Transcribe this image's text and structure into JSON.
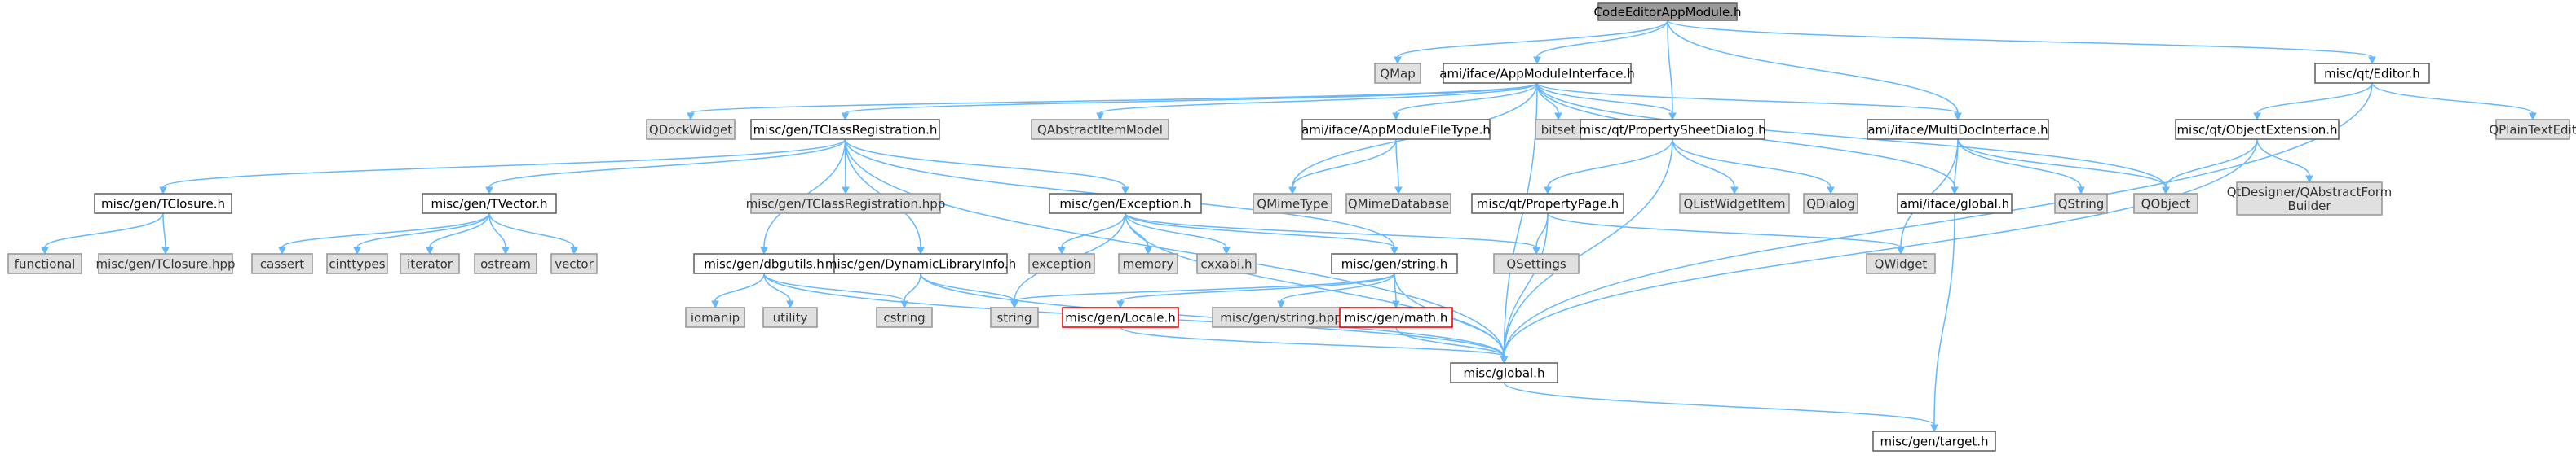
{
  "diagram": {
    "nodes": [
      {
        "id": "root",
        "label": "CodeEditorAppModule.h",
        "kind": "root"
      },
      {
        "id": "qmap",
        "label": "QMap",
        "kind": "ext"
      },
      {
        "id": "appmod",
        "label": "ami/iface/AppModuleInterface.h",
        "kind": "doc"
      },
      {
        "id": "editor",
        "label": "misc/qt/Editor.h",
        "kind": "doc"
      },
      {
        "id": "qdock",
        "label": "QDockWidget",
        "kind": "ext"
      },
      {
        "id": "tclassreg",
        "label": "misc/gen/TClassRegistration.h",
        "kind": "doc"
      },
      {
        "id": "qabsitem",
        "label": "QAbstractItemModel",
        "kind": "ext"
      },
      {
        "id": "appfiletype",
        "label": "ami/iface/AppModuleFileType.h",
        "kind": "doc"
      },
      {
        "id": "bitset",
        "label": "bitset",
        "kind": "ext"
      },
      {
        "id": "propsheet",
        "label": "misc/qt/PropertySheetDialog.h",
        "kind": "doc"
      },
      {
        "id": "multidoc",
        "label": "ami/iface/MultiDocInterface.h",
        "kind": "doc"
      },
      {
        "id": "objext",
        "label": "misc/qt/ObjectExtension.h",
        "kind": "doc"
      },
      {
        "id": "qplaintext",
        "label": "QPlainTextEdit",
        "kind": "ext"
      },
      {
        "id": "tclosure",
        "label": "misc/gen/TClosure.h",
        "kind": "doc"
      },
      {
        "id": "tvector",
        "label": "misc/gen/TVector.h",
        "kind": "doc"
      },
      {
        "id": "tclassreghpp",
        "label": "misc/gen/TClassRegistration.hpp",
        "kind": "ext"
      },
      {
        "id": "exception_h",
        "label": "misc/gen/Exception.h",
        "kind": "doc"
      },
      {
        "id": "qmimetype",
        "label": "QMimeType",
        "kind": "ext"
      },
      {
        "id": "qmimedb",
        "label": "QMimeDatabase",
        "kind": "ext"
      },
      {
        "id": "proppage",
        "label": "misc/qt/PropertyPage.h",
        "kind": "doc"
      },
      {
        "id": "qlistwidgetitem",
        "label": "QListWidgetItem",
        "kind": "ext"
      },
      {
        "id": "qdialog",
        "label": "QDialog",
        "kind": "ext"
      },
      {
        "id": "amiglobal",
        "label": "ami/iface/global.h",
        "kind": "doc"
      },
      {
        "id": "qstring",
        "label": "QString",
        "kind": "ext"
      },
      {
        "id": "qobject",
        "label": "QObject",
        "kind": "ext"
      },
      {
        "id": "qtdesigner",
        "label": [
          "QtDesigner/QAbstractForm",
          "Builder"
        ],
        "kind": "ext"
      },
      {
        "id": "functional",
        "label": "functional",
        "kind": "ext"
      },
      {
        "id": "tclosurehpp",
        "label": "misc/gen/TClosure.hpp",
        "kind": "ext"
      },
      {
        "id": "cassert",
        "label": "cassert",
        "kind": "ext"
      },
      {
        "id": "cinttypes",
        "label": "cinttypes",
        "kind": "ext"
      },
      {
        "id": "iterator",
        "label": "iterator",
        "kind": "ext"
      },
      {
        "id": "ostream",
        "label": "ostream",
        "kind": "ext"
      },
      {
        "id": "vector",
        "label": "vector",
        "kind": "ext"
      },
      {
        "id": "exception",
        "label": "exception",
        "kind": "ext"
      },
      {
        "id": "memory",
        "label": "memory",
        "kind": "ext"
      },
      {
        "id": "cxxabi",
        "label": "cxxabi.h",
        "kind": "ext"
      },
      {
        "id": "dbgutils",
        "label": "misc/gen/dbgutils.h",
        "kind": "doc"
      },
      {
        "id": "dynlib",
        "label": "misc/gen/DynamicLibraryInfo.h",
        "kind": "doc"
      },
      {
        "id": "genstring",
        "label": "misc/gen/string.h",
        "kind": "doc"
      },
      {
        "id": "qsettings",
        "label": "QSettings",
        "kind": "ext"
      },
      {
        "id": "qwidget",
        "label": "QWidget",
        "kind": "ext"
      },
      {
        "id": "iomanip",
        "label": "iomanip",
        "kind": "ext"
      },
      {
        "id": "utility",
        "label": "utility",
        "kind": "ext"
      },
      {
        "id": "cstring",
        "label": "cstring",
        "kind": "ext"
      },
      {
        "id": "string",
        "label": "string",
        "kind": "ext"
      },
      {
        "id": "locale",
        "label": "misc/gen/Locale.h",
        "kind": "missing"
      },
      {
        "id": "stringhpp",
        "label": "misc/gen/string.hpp",
        "kind": "ext"
      },
      {
        "id": "math",
        "label": "misc/gen/math.h",
        "kind": "missing"
      },
      {
        "id": "miscglobal",
        "label": "misc/global.h",
        "kind": "doc"
      },
      {
        "id": "target",
        "label": "misc/gen/target.h",
        "kind": "doc"
      }
    ],
    "edges": [
      [
        "root",
        "qmap"
      ],
      [
        "root",
        "appmod"
      ],
      [
        "root",
        "propsheet"
      ],
      [
        "root",
        "multidoc"
      ],
      [
        "root",
        "editor"
      ],
      [
        "appmod",
        "qdock"
      ],
      [
        "appmod",
        "tclassreg"
      ],
      [
        "appmod",
        "qabsitem"
      ],
      [
        "appmod",
        "appfiletype"
      ],
      [
        "appmod",
        "bitset"
      ],
      [
        "appmod",
        "propsheet"
      ],
      [
        "appmod",
        "multidoc"
      ],
      [
        "appmod",
        "qmimetype"
      ],
      [
        "appmod",
        "amiglobal"
      ],
      [
        "appmod",
        "qobject"
      ],
      [
        "appmod",
        "miscglobal"
      ],
      [
        "editor",
        "objext"
      ],
      [
        "editor",
        "qplaintext"
      ],
      [
        "editor",
        "miscglobal"
      ],
      [
        "tclassreg",
        "tclosure"
      ],
      [
        "tclassreg",
        "tvector"
      ],
      [
        "tclassreg",
        "tclassreghpp"
      ],
      [
        "tclassreg",
        "exception_h"
      ],
      [
        "tclassreg",
        "dbgutils"
      ],
      [
        "tclassreg",
        "dynlib"
      ],
      [
        "tclassreg",
        "genstring"
      ],
      [
        "tclassreg",
        "miscglobal"
      ],
      [
        "appfiletype",
        "qmimetype"
      ],
      [
        "appfiletype",
        "qmimedb"
      ],
      [
        "propsheet",
        "proppage"
      ],
      [
        "propsheet",
        "qlistwidgetitem"
      ],
      [
        "propsheet",
        "qdialog"
      ],
      [
        "propsheet",
        "miscglobal"
      ],
      [
        "multidoc",
        "amiglobal"
      ],
      [
        "multidoc",
        "qstring"
      ],
      [
        "multidoc",
        "qobject"
      ],
      [
        "multidoc",
        "qwidget"
      ],
      [
        "objext",
        "qobject"
      ],
      [
        "objext",
        "qtdesigner"
      ],
      [
        "objext",
        "miscglobal"
      ],
      [
        "tclosure",
        "functional"
      ],
      [
        "tclosure",
        "tclosurehpp"
      ],
      [
        "tvector",
        "cassert"
      ],
      [
        "tvector",
        "cinttypes"
      ],
      [
        "tvector",
        "iterator"
      ],
      [
        "tvector",
        "ostream"
      ],
      [
        "tvector",
        "vector"
      ],
      [
        "exception_h",
        "exception"
      ],
      [
        "exception_h",
        "memory"
      ],
      [
        "exception_h",
        "cxxabi"
      ],
      [
        "exception_h",
        "genstring"
      ],
      [
        "exception_h",
        "qsettings"
      ],
      [
        "exception_h",
        "string"
      ],
      [
        "exception_h",
        "miscglobal"
      ],
      [
        "proppage",
        "qsettings"
      ],
      [
        "proppage",
        "qwidget"
      ],
      [
        "proppage",
        "miscglobal"
      ],
      [
        "amiglobal",
        "target"
      ],
      [
        "dbgutils",
        "iomanip"
      ],
      [
        "dbgutils",
        "utility"
      ],
      [
        "dbgutils",
        "cstring"
      ],
      [
        "dbgutils",
        "miscglobal"
      ],
      [
        "dynlib",
        "cstring"
      ],
      [
        "dynlib",
        "string"
      ],
      [
        "dynlib",
        "miscglobal"
      ],
      [
        "genstring",
        "string"
      ],
      [
        "genstring",
        "locale"
      ],
      [
        "genstring",
        "stringhpp"
      ],
      [
        "genstring",
        "math"
      ],
      [
        "genstring",
        "miscglobal"
      ],
      [
        "locale",
        "miscglobal"
      ],
      [
        "math",
        "miscglobal"
      ],
      [
        "miscglobal",
        "target"
      ]
    ]
  }
}
